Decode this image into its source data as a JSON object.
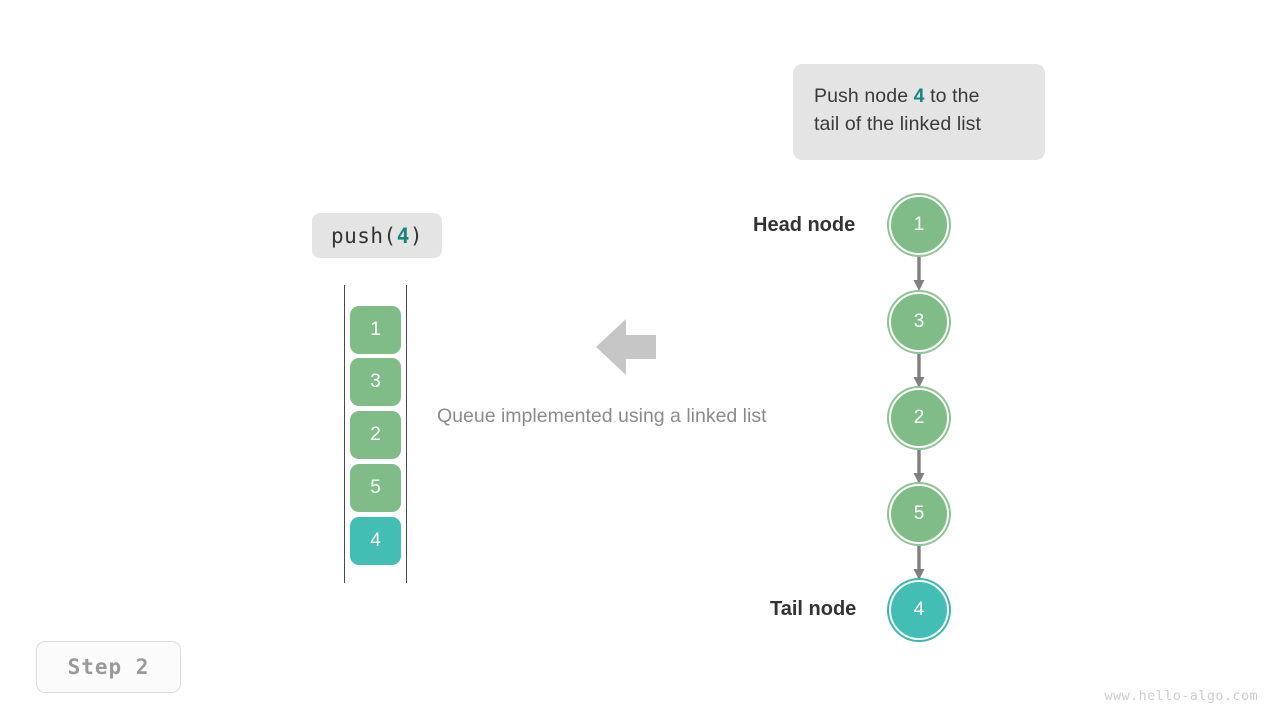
{
  "callout": {
    "line1_pre": "Push node ",
    "line1_value": "4",
    "line1_post": " to the",
    "line2": "tail of the linked list"
  },
  "operation": {
    "prefix": "push(",
    "value": "4",
    "suffix": ")"
  },
  "queue": {
    "cells": [
      {
        "value": "1",
        "color": "green"
      },
      {
        "value": "3",
        "color": "green"
      },
      {
        "value": "2",
        "color": "green"
      },
      {
        "value": "5",
        "color": "green"
      },
      {
        "value": "4",
        "color": "teal"
      }
    ]
  },
  "caption": "Queue implemented using a linked list",
  "linked_list": {
    "head_label": "Head node",
    "tail_label": "Tail node",
    "nodes": [
      {
        "value": "1",
        "color": "green"
      },
      {
        "value": "3",
        "color": "green"
      },
      {
        "value": "2",
        "color": "green"
      },
      {
        "value": "5",
        "color": "green"
      },
      {
        "value": "4",
        "color": "teal"
      }
    ]
  },
  "step_badge": "Step 2",
  "watermark": "www.hello-algo.com",
  "colors": {
    "node_green": "#7fbc88",
    "node_teal": "#43beb4",
    "accent_text": "#18857a",
    "chip_bg": "#e4e4e4",
    "arrow_gray": "#808080",
    "big_arrow_gray": "#c6c6c6"
  }
}
